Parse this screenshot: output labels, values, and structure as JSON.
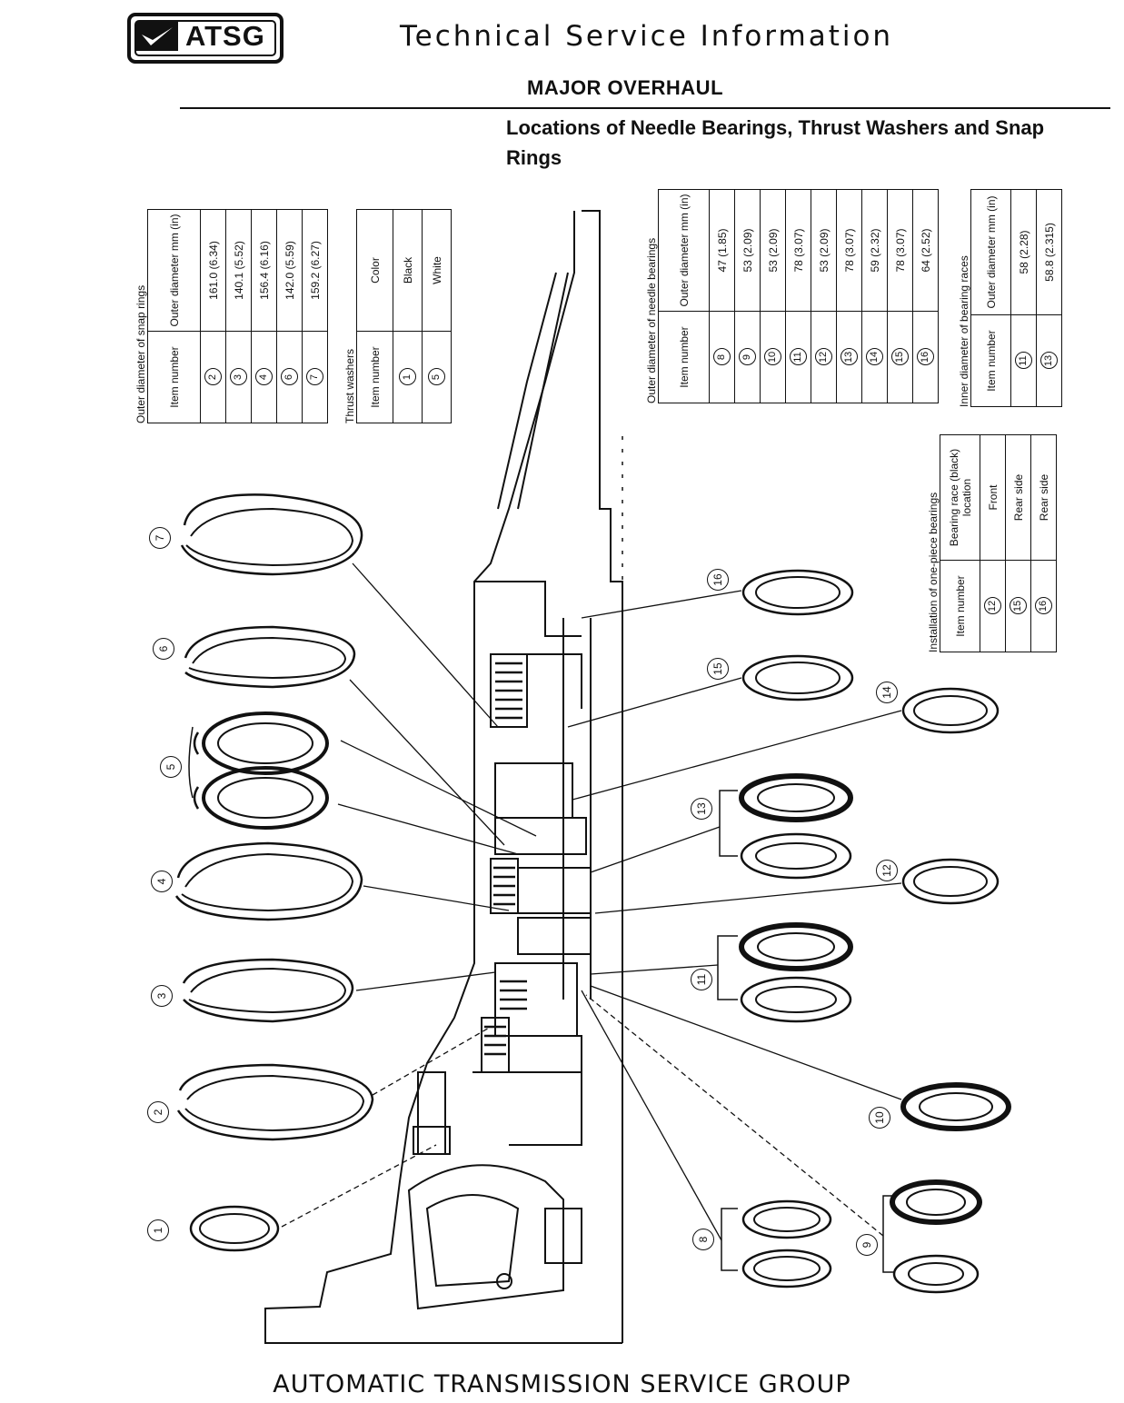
{
  "header": {
    "logo_text": "ATSG",
    "title": "Technical Service Information",
    "section": "MAJOR OVERHAUL",
    "subtitle": "Locations of Needle Bearings, Thrust Washers and Snap Rings"
  },
  "footer": {
    "text": "AUTOMATIC TRANSMISSION SERVICE GROUP"
  },
  "tables": {
    "snap_rings": {
      "caption": "Outer diameter of snap rings",
      "col1": "Item number",
      "col2": "Outer diameter mm (in)",
      "rows": [
        {
          "item": "2",
          "value": "161.0 (6.34)"
        },
        {
          "item": "3",
          "value": "140.1 (5.52)"
        },
        {
          "item": "4",
          "value": "156.4 (6.16)"
        },
        {
          "item": "6",
          "value": "142.0 (5.59)"
        },
        {
          "item": "7",
          "value": "159.2 (6.27)"
        }
      ]
    },
    "thrust_washers": {
      "caption": "Thrust washers",
      "col1": "Item number",
      "col2": "Color",
      "rows": [
        {
          "item": "1",
          "value": "Black"
        },
        {
          "item": "5",
          "value": "White"
        }
      ]
    },
    "needle_bearings": {
      "caption": "Outer diameter of needle bearings",
      "col1": "Item number",
      "col2": "Outer diameter mm (in)",
      "rows": [
        {
          "item": "8",
          "value": "47 (1.85)"
        },
        {
          "item": "9",
          "value": "53 (2.09)"
        },
        {
          "item": "10",
          "value": "53 (2.09)"
        },
        {
          "item": "11",
          "value": "78 (3.07)"
        },
        {
          "item": "12",
          "value": "53 (2.09)"
        },
        {
          "item": "13",
          "value": "78 (3.07)"
        },
        {
          "item": "14",
          "value": "59 (2.32)"
        },
        {
          "item": "15",
          "value": "78 (3.07)"
        },
        {
          "item": "16",
          "value": "64 (2.52)"
        }
      ]
    },
    "bearing_races": {
      "caption": "Inner diameter of bearing races",
      "col1": "Item number",
      "col2": "Outer diameter mm (in)",
      "rows": [
        {
          "item": "11",
          "value": "58 (2.28)"
        },
        {
          "item": "13",
          "value": "58.8 (2.315)"
        }
      ]
    },
    "one_piece": {
      "caption": "Installation of one-piece bearings",
      "col1": "Item number",
      "col2": "Bearing race (black) location",
      "rows": [
        {
          "item": "12",
          "value": "Front"
        },
        {
          "item": "15",
          "value": "Rear side"
        },
        {
          "item": "16",
          "value": "Rear side"
        }
      ]
    }
  },
  "callouts": [
    "1",
    "2",
    "3",
    "4",
    "5",
    "6",
    "7",
    "8",
    "9",
    "10",
    "11",
    "12",
    "13",
    "14",
    "15",
    "16"
  ]
}
